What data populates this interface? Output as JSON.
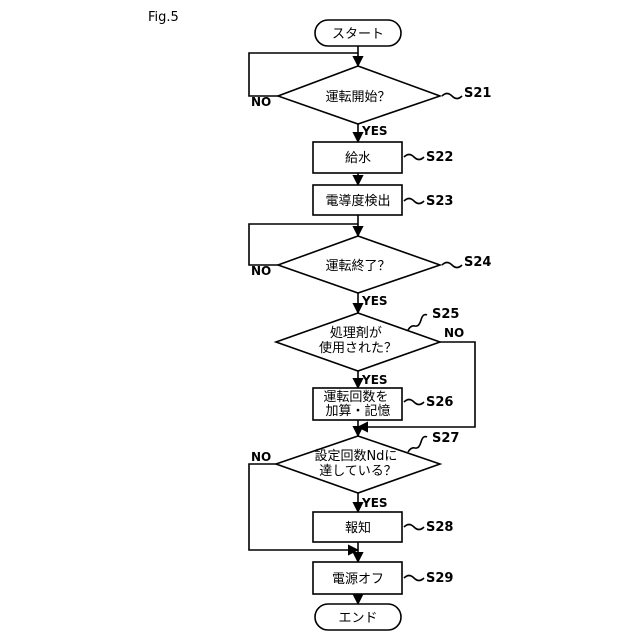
{
  "figure_label": "Fig.5",
  "nodes": {
    "start": {
      "text": "スタート"
    },
    "s21": {
      "lines": [
        "運転開始？"
      ],
      "step": "S21"
    },
    "s22": {
      "lines": [
        "給水"
      ],
      "step": "S22"
    },
    "s23": {
      "lines": [
        "電導度検出"
      ],
      "step": "S23"
    },
    "s24": {
      "lines": [
        "運転終了？"
      ],
      "step": "S24"
    },
    "s25": {
      "lines": [
        "処理剤が",
        "使用された？"
      ],
      "step": "S25"
    },
    "s26": {
      "lines": [
        "運転回数を",
        "加算・記憶"
      ],
      "step": "S26"
    },
    "s27": {
      "lines": [
        "設定回数Ndに",
        "達している？"
      ],
      "step": "S27"
    },
    "s28": {
      "lines": [
        "報知"
      ],
      "step": "S28"
    },
    "s29": {
      "lines": [
        "電源オフ"
      ],
      "step": "S29"
    },
    "end": {
      "text": "エンド"
    }
  },
  "branches": {
    "s21_no": "NO",
    "s21_yes": "YES",
    "s24_no": "NO",
    "s24_yes": "YES",
    "s25_no": "NO",
    "s25_yes": "YES",
    "s27_no": "NO",
    "s27_yes": "YES"
  }
}
